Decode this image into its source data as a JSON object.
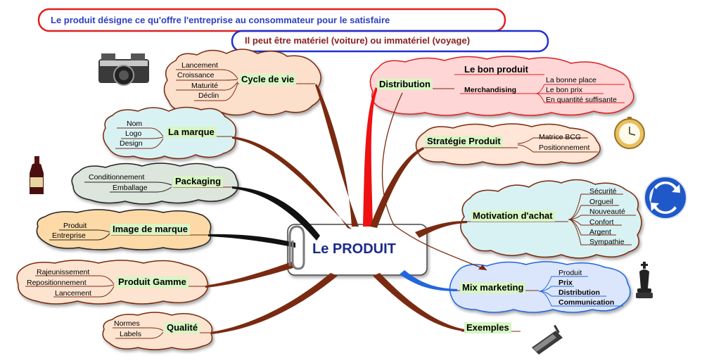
{
  "banners": {
    "top": "Le produit désigne ce qu'offre l'entreprise au consommateur pour le satisfaire",
    "second": "Il peut être matériel (voiture) ou immatériel (voyage)"
  },
  "center": {
    "title": "Le PRODUIT"
  },
  "branches": {
    "cycle": {
      "title": "Cycle de vie",
      "items": [
        "Lancement",
        "Croissance",
        "Maturité",
        "Déclin"
      ]
    },
    "marque": {
      "title": "La marque",
      "items": [
        "Nom",
        "Logo",
        "Design"
      ]
    },
    "packaging": {
      "title": "Packaging",
      "items": [
        "Conditionnement",
        "Emballage"
      ]
    },
    "image": {
      "title": "Image de marque",
      "items": [
        "Produit",
        "Entreprise"
      ]
    },
    "gamme": {
      "title": "Produit Gamme",
      "items": [
        "Rajeunissement",
        "Repositionnement",
        "Lancement"
      ]
    },
    "qualite": {
      "title": "Qualité",
      "items": [
        "Normes",
        "Labels"
      ]
    },
    "distribution": {
      "title": "Distribution",
      "bon_produit": "Le bon produit",
      "merch": "Merchandising",
      "items": [
        "La bonne place",
        "Le bon prix",
        "En quantité suffisante"
      ]
    },
    "strategie": {
      "title": "Stratégie Produit",
      "items": [
        "Matrice BCG",
        "Positionnement"
      ]
    },
    "motivation": {
      "title": "Motivation d'achat",
      "items": [
        "Sécurité",
        "Orgueil",
        "Nouveauté",
        "Confort",
        "Argent",
        "Sympathie"
      ]
    },
    "mix": {
      "title": "Mix marketing",
      "items": [
        "Produit",
        "Prix",
        "Distribution",
        "Communication"
      ]
    },
    "exemples": {
      "title": "Exemples"
    }
  },
  "icons": [
    "camera-icon",
    "wine-bottle-icon",
    "pocket-watch-icon",
    "roundabout-sign-icon",
    "chess-king-icon",
    "mobile-phone-icon",
    "paperclip-icon"
  ],
  "colors": {
    "banner1_ring": "#e02020",
    "banner1_text": "#2d3fc0",
    "banner2_ring": "#2030d0",
    "banner2_text": "#8a2020",
    "center_text": "#1a2a8a",
    "branch_brown": "#7a2a10",
    "branch_red": "#ee1111",
    "branch_blue": "#2266dd",
    "head_bg": "#d8f5c4"
  }
}
